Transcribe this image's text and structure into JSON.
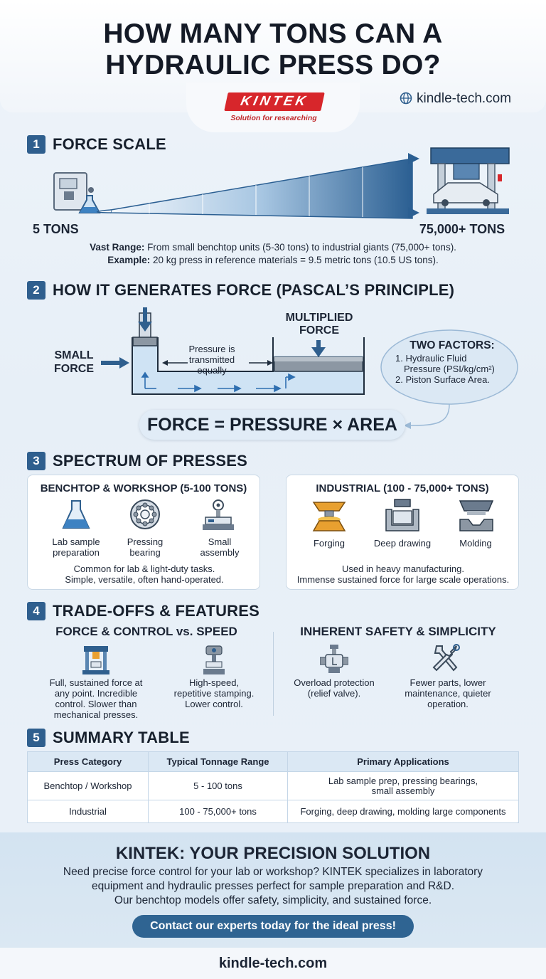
{
  "header": {
    "title_line1": "HOW MANY TONS CAN A",
    "title_line2": "HYDRAULIC PRESS DO?",
    "logo_text": "KINTEK",
    "logo_tagline": "Solution for researching",
    "site": "kindle-tech.com"
  },
  "s1": {
    "num": "1",
    "title": "FORCE SCALE",
    "min_label": "5 TONS",
    "max_label": "75,000+ TONS",
    "range_lead": "Vast Range:",
    "range_text": " From small benchtop units (5-30 tons) to industrial giants (75,000+ tons).",
    "example_lead": "Example:",
    "example_text": " 20 kg press in reference materials = 9.5 metric tons (10.5 US tons)."
  },
  "s2": {
    "num": "2",
    "title": "HOW IT GENERATES FORCE (PASCAL’S PRINCIPLE)",
    "small_force_1": "SMALL",
    "small_force_2": "FORCE",
    "pressure_1": "Pressure is",
    "pressure_2": "transmitted",
    "pressure_3": "equally",
    "mult_1": "MULTIPLIED",
    "mult_2": "FORCE",
    "factors_title": "TWO FACTORS:",
    "factor1_a": "1. Hydraulic Fluid",
    "factor1_b": "Pressure (PSI/kg/cm²)",
    "factor2": "2. Piston Surface Area.",
    "formula": "FORCE = PRESSURE × AREA"
  },
  "s3": {
    "num": "3",
    "title": "SPECTRUM OF PRESSES",
    "bench_title": "BENCHTOP & WORKSHOP (5-100 TONS)",
    "bench_items": [
      "Lab sample",
      "preparation",
      "Pressing",
      "bearing",
      "Small",
      "assembly"
    ],
    "bench_note1": "Common for lab & light-duty tasks.",
    "bench_note2": "Simple, versatile, often hand-operated.",
    "ind_title": "INDUSTRIAL (100 - 75,000+ TONS)",
    "ind_items": [
      "Forging",
      "Deep drawing",
      "Molding"
    ],
    "ind_note1": "Used in heavy manufacturing.",
    "ind_note2": "Immense sustained force for large scale operations."
  },
  "s4": {
    "num": "4",
    "title": "TRADE-OFFS & FEATURES",
    "left_title": "FORCE & CONTROL vs. SPEED",
    "right_title": "INHERENT SAFETY & SIMPLICITY",
    "c1": [
      "Full, sustained force at",
      "any point. Incredible",
      "control. Slower than",
      "mechanical presses."
    ],
    "c2": [
      "High-speed,",
      "repetitive stamping.",
      "Lower control."
    ],
    "c3": [
      "Overload protection",
      "(relief valve)."
    ],
    "c4": [
      "Fewer parts, lower",
      "maintenance, quieter",
      "operation."
    ]
  },
  "s5": {
    "num": "5",
    "title": "SUMMARY TABLE",
    "headers": [
      "Press Category",
      "Typical Tonnage Range",
      "Primary Applications"
    ],
    "rows": [
      [
        "Benchtop / Workshop",
        "5 - 100 tons",
        "Lab sample prep, pressing bearings, small assembly"
      ],
      [
        "Industrial",
        "100 - 75,000+ tons",
        "Forging, deep drawing, molding large components"
      ]
    ]
  },
  "cta": {
    "title": "KINTEK: YOUR PRECISION SOLUTION",
    "line1": "Need precise force control for your lab or workshop? KINTEK specializes in laboratory",
    "line2": "equipment and hydraulic presses perfect for sample preparation and R&D.",
    "line3": "Our benchtop models offer safety, simplicity, and sustained force.",
    "button": "Contact our experts today for the ideal press!"
  },
  "footer": {
    "site": "kindle-tech.com"
  },
  "colors": {
    "accent": "#2f5f8e",
    "brand_red": "#d7262b",
    "fluid": "#cfe3f4"
  }
}
